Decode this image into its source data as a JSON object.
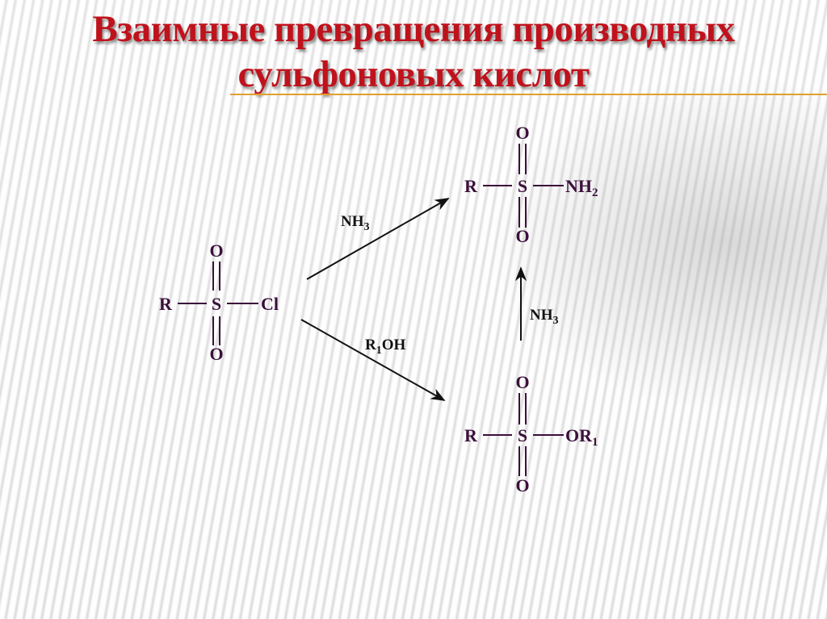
{
  "slide": {
    "title_line1": "Взаимные превращения производных",
    "title_line2": "сульфоновых кислот",
    "accent_color": "#c0121c",
    "rule_color": "#e0a030"
  },
  "diagram": {
    "reactant": {
      "name": "sulfonyl chloride",
      "left": "R",
      "center": "S",
      "right": "Cl",
      "top": "O",
      "bottom": "O"
    },
    "product_top": {
      "name": "sulfonamide",
      "left": "R",
      "center": "S",
      "right": "NH",
      "right_sub": "2",
      "top": "O",
      "bottom": "O"
    },
    "product_bottom": {
      "name": "sulfonate ester",
      "left": "R",
      "center": "S",
      "right": "OR",
      "right_sub": "1",
      "top": "O",
      "bottom": "O"
    },
    "arrow_up_right": {
      "reagent": "NH",
      "reagent_sub": "3"
    },
    "arrow_down_right": {
      "reagent_pre": "R",
      "reagent_sub": "1",
      "reagent_post": "OH"
    },
    "arrow_up": {
      "reagent": "NH",
      "reagent_sub": "3"
    }
  }
}
